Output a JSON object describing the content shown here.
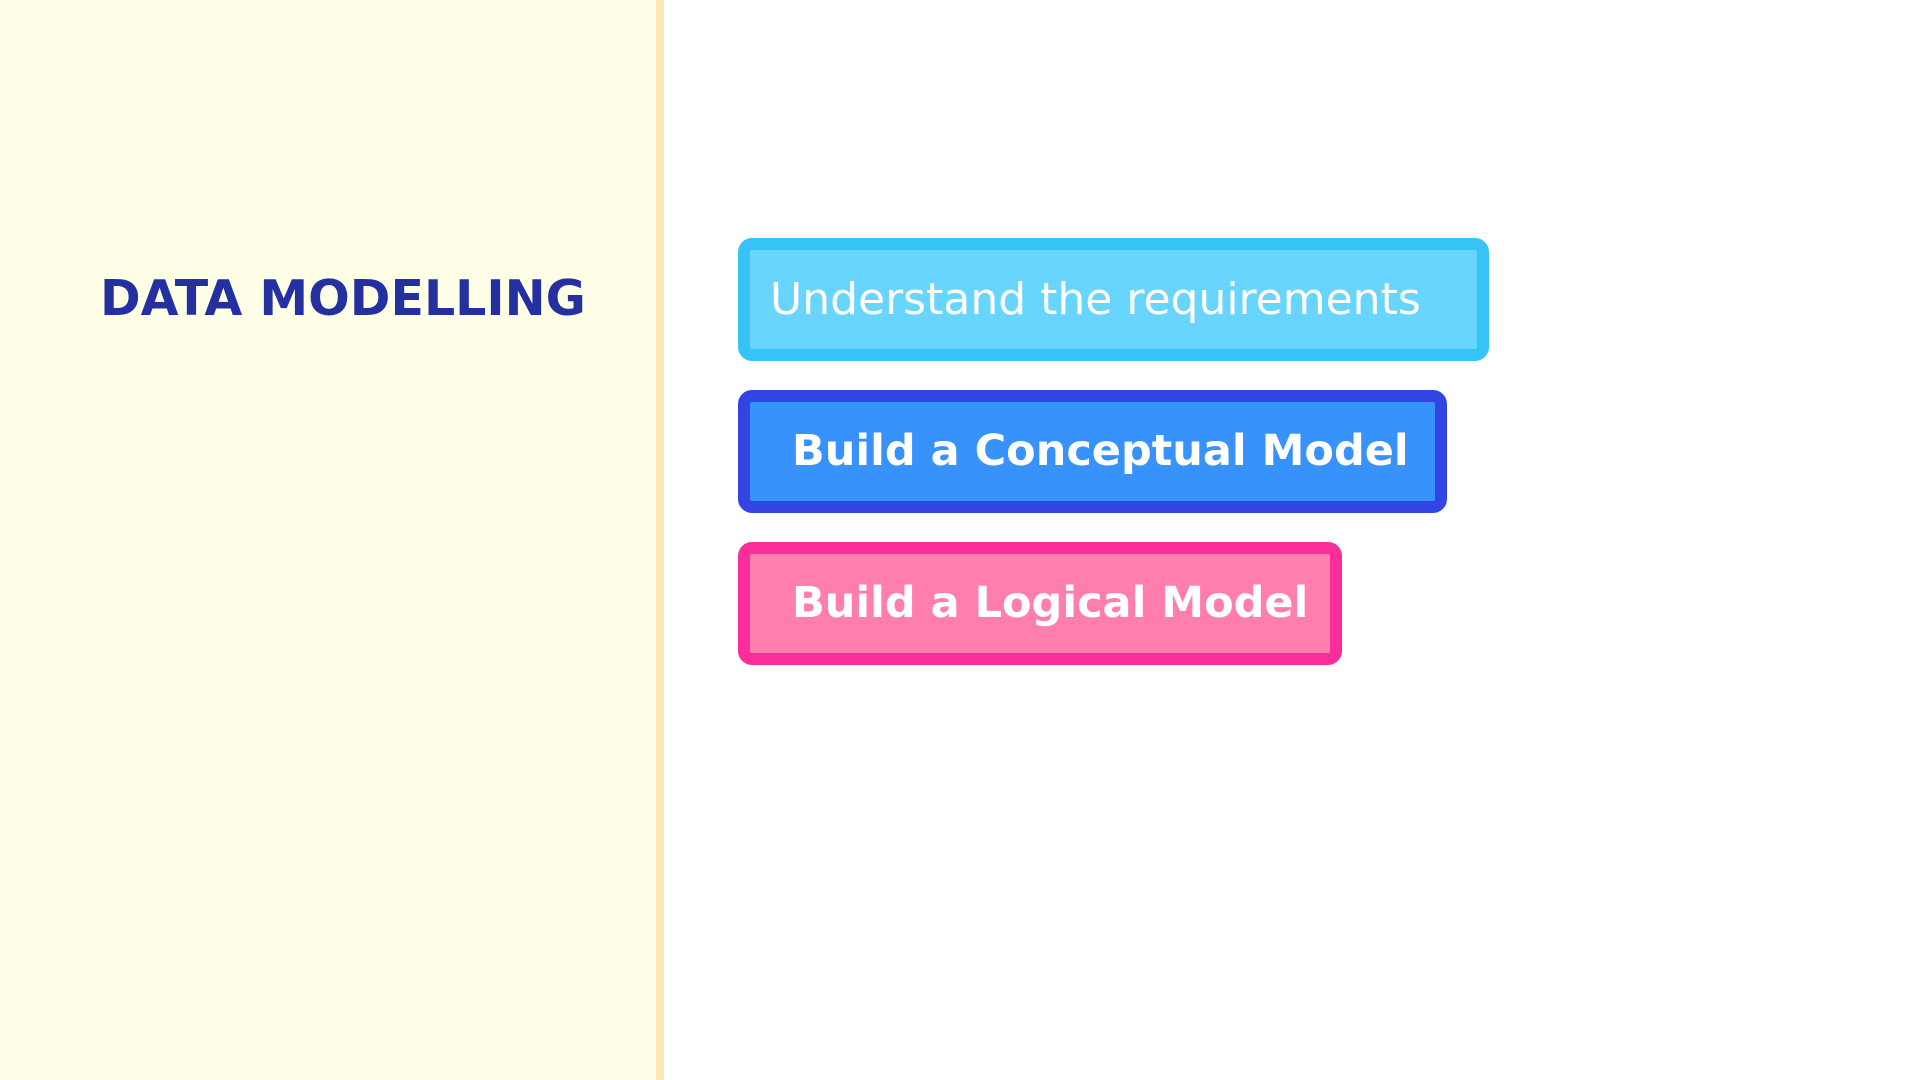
{
  "title": "DATA MODELLING",
  "steps": [
    {
      "label": "Understand the requirements",
      "fill_color": "#68d5fe",
      "border_color": "#38c3f8"
    },
    {
      "label": "Build a Conceptual Model",
      "fill_color": "#3892fb",
      "border_color": "#3245e2"
    },
    {
      "label": "Build a Logical Model",
      "fill_color": "#ff7eae",
      "border_color": "#fa2d9a"
    }
  ],
  "colors": {
    "left_panel_bg": "#ffffe7",
    "divider": "#ffe8b5",
    "title_text": "#2530a0",
    "step_text": "#ffffff"
  }
}
